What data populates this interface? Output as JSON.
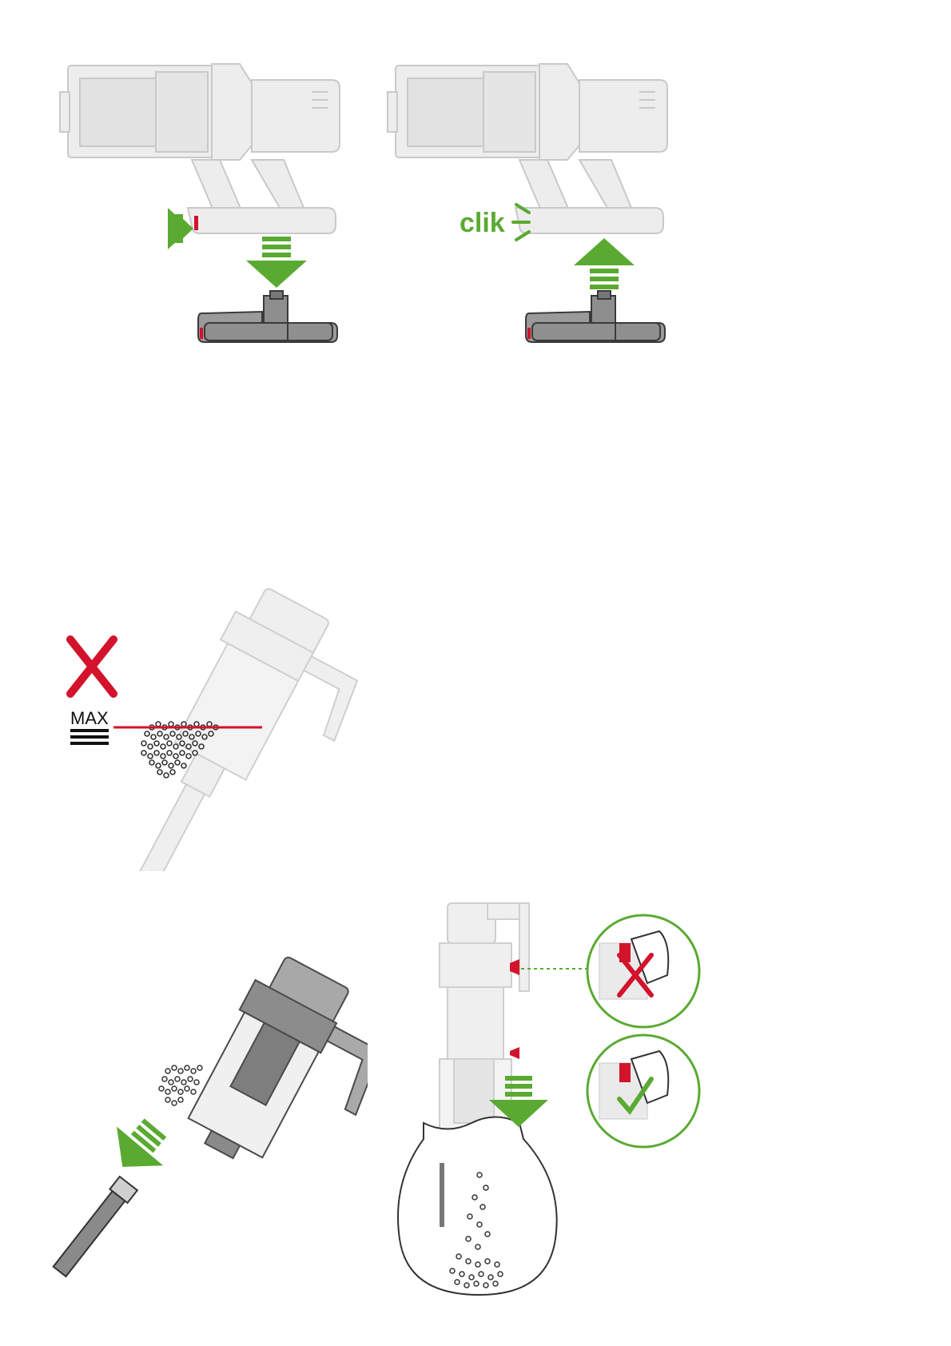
{
  "page": {
    "title": "",
    "steps": [
      {
        "id": "battery-removal",
        "icons": [
          "arrow-right-icon",
          "arrow-down-icon"
        ]
      },
      {
        "id": "battery-insert",
        "label": "clik",
        "icons": [
          "click-sound-icon",
          "arrow-up-icon"
        ]
      },
      {
        "id": "max-fill-warning",
        "label": "MAX",
        "icons": [
          "cross-icon",
          "max-level-icon"
        ]
      },
      {
        "id": "remove-wand",
        "icons": [
          "arrow-down-left-icon"
        ]
      },
      {
        "id": "empty-bin",
        "icons": [
          "arrow-down-icon",
          "cross-icon",
          "check-icon"
        ]
      }
    ]
  },
  "colors": {
    "accent_green": "#5aaa32",
    "warning_red": "#d3122b",
    "machine_grey": "#ebebeb",
    "outline_grey": "#c9c9c9",
    "dark_grey": "#3a3a3a"
  }
}
